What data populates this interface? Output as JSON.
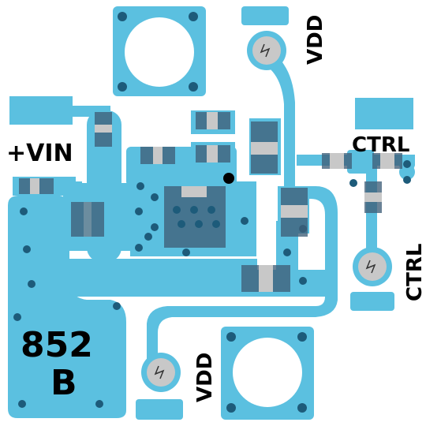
{
  "board": {
    "silkscreen": {
      "vin_label": "+VIN",
      "vdd_label_top": "VDD",
      "vdd_label_bottom": "VDD",
      "ctrl_label_top": "CTRL",
      "ctrl_label_right": "CTRL",
      "part_number": "852",
      "revision": "B"
    },
    "colors": {
      "board": "#ffffff",
      "copper": "#5bc0e0",
      "component": "#3f5f78",
      "pad_gray": "#c8c8c8",
      "via": "#1d5b7a",
      "marker": "#000000"
    }
  }
}
